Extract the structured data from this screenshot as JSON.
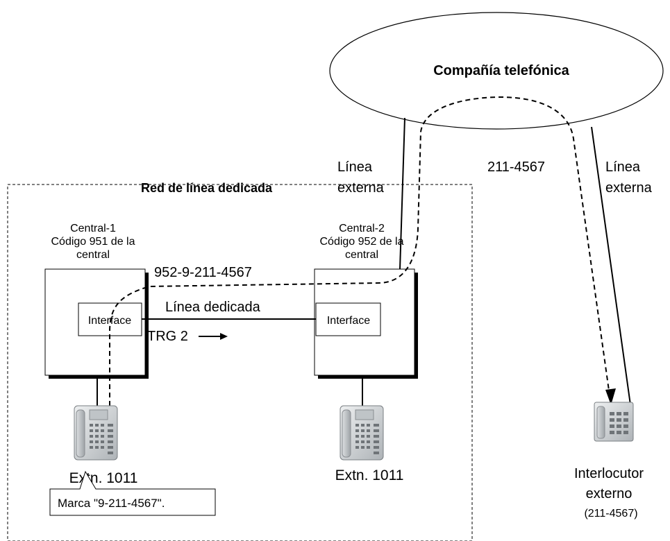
{
  "phone_company": {
    "label": "Compañía telefónica"
  },
  "private_network": {
    "label": "Red de línea dedicada"
  },
  "pbx1": {
    "name": "Central-1",
    "code_line1": "Código 951 de la",
    "code_line2": "central",
    "interface_label": "Interface"
  },
  "pbx2": {
    "name": "Central-2",
    "code_line1": "Código 952 de la",
    "code_line2": "central",
    "interface_label": "Interface"
  },
  "dedicated_line": {
    "label": "Línea dedicada",
    "trunk_group": "TRG 2"
  },
  "dialed_number": "952-9-211-4567",
  "outside_number": "211-4567",
  "external_line_left": {
    "line1": "Línea",
    "line2": "externa"
  },
  "external_line_right": {
    "line1": "Línea",
    "line2": "externa"
  },
  "extension1": {
    "label": "Extn. 1011"
  },
  "extension2": {
    "label": "Extn. 1011"
  },
  "callout": {
    "text": "Marca \"9-211-4567\"."
  },
  "external_party": {
    "line1": "Interlocutor",
    "line2": "externo",
    "number": "(211-4567)"
  },
  "colors": {
    "line": "#000000",
    "phone_body": "#cfd2d4",
    "phone_dark": "#8a8e92"
  }
}
